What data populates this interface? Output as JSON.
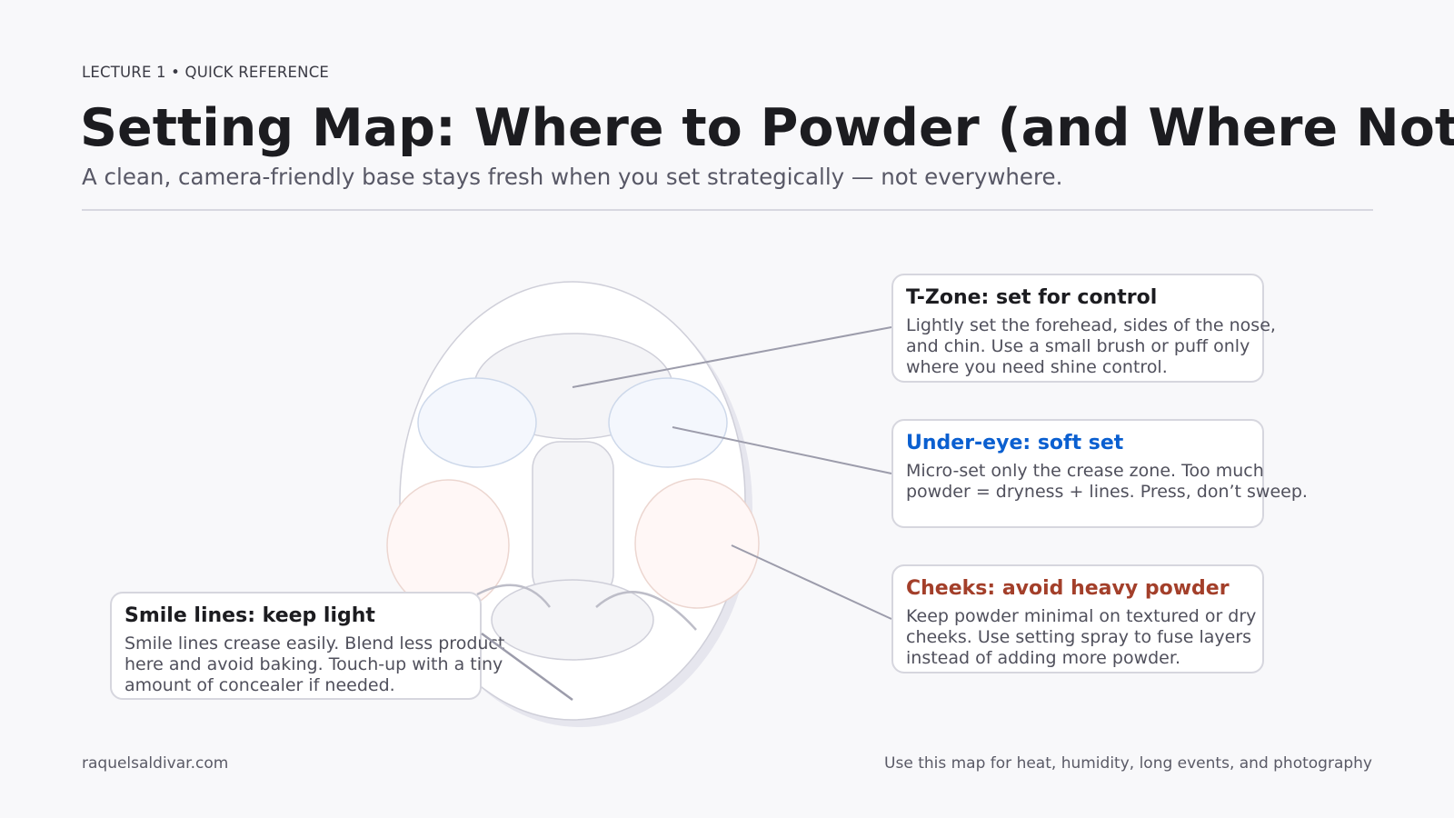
{
  "header": {
    "kicker": "LECTURE 1 • QUICK REFERENCE",
    "title": "Setting Map: Where to Powder (and Where Not)",
    "subtitle": "A clean, camera-friendly base stays fresh when you set strategically — not everywhere."
  },
  "colors": {
    "background": "#f8f8fa",
    "title": "#1c1c20",
    "under_eye_accent": "#0a5fd0",
    "cheeks_accent": "#a33f2a",
    "eye_zone_fill": "#f4f7fd",
    "cheek_zone_fill": "#fff7f6"
  },
  "callouts": [
    {
      "title": "T-Zone: set for control",
      "lines": [
        "Lightly set the forehead, sides of the nose,",
        "and chin. Use a small brush or puff only",
        "where you need shine control."
      ]
    },
    {
      "title": "Under-eye: soft set",
      "lines": [
        "Micro-set only the crease zone. Too much",
        "powder = dryness + lines. Press, don’t sweep."
      ]
    },
    {
      "title": "Cheeks: avoid heavy powder",
      "lines": [
        "Keep powder minimal on textured or dry",
        "cheeks. Use setting spray to fuse layers",
        "instead of adding more powder."
      ]
    },
    {
      "title": "Smile lines: keep light",
      "lines": [
        "Smile lines crease easily. Blend less product",
        "here and avoid baking. Touch-up with a tiny",
        "amount of concealer if needed."
      ]
    }
  ],
  "footer": {
    "left": "raquelsaldivar.com",
    "right": "Use this map for heat, humidity, long events, and photography"
  }
}
